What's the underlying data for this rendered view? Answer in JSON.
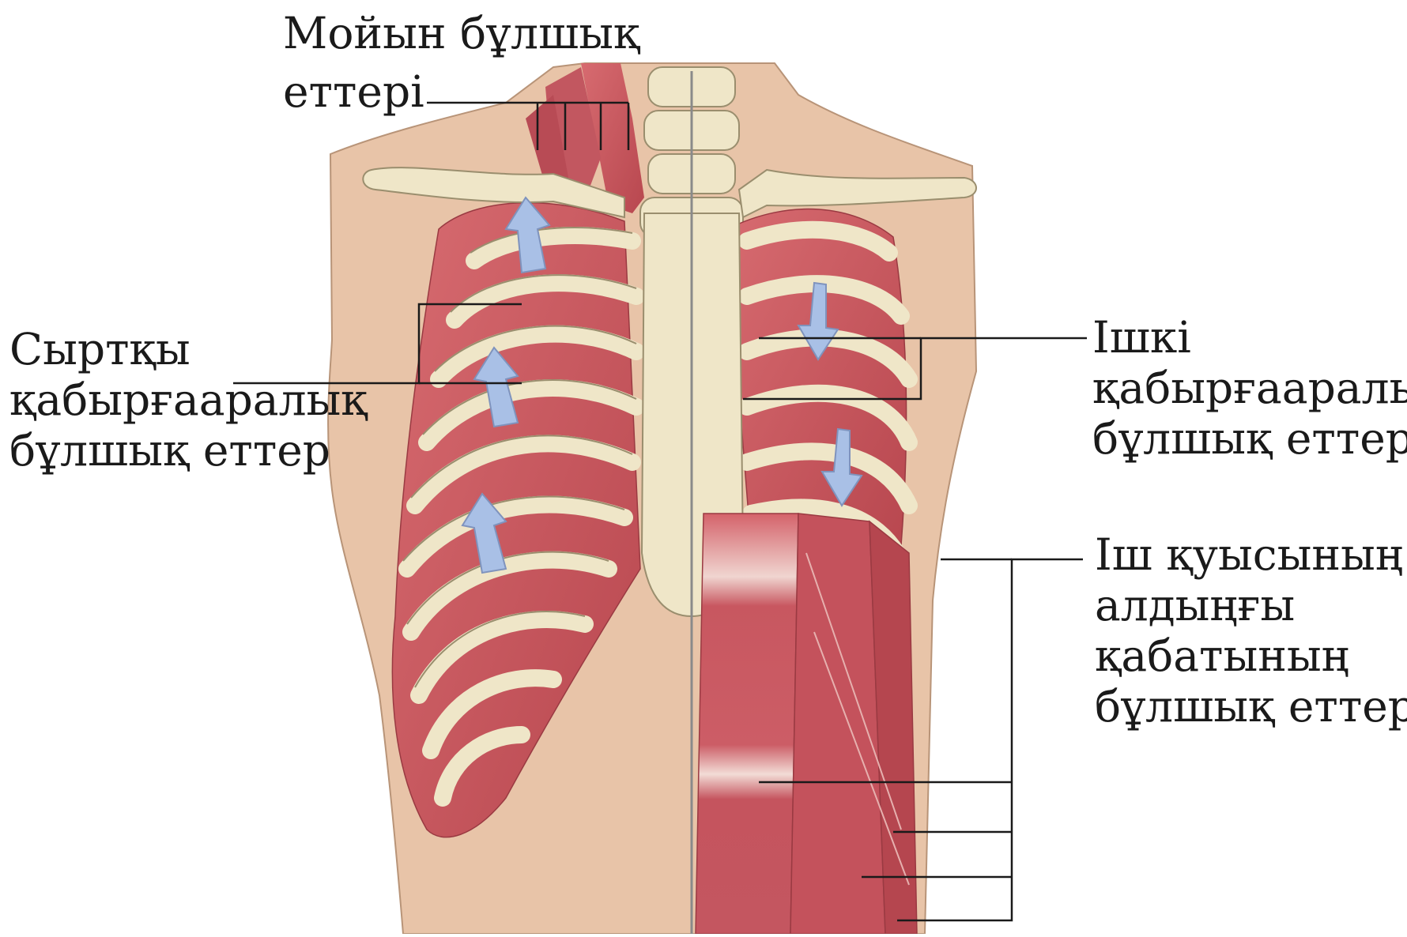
{
  "labels": {
    "neck": [
      "Мойын бұлшық",
      "еттері"
    ],
    "external_intercostal": [
      "Сыртқы",
      "қабырғааралық",
      "бұлшық еттер"
    ],
    "internal_intercostal": [
      "Ішкі",
      "қабырғааралық",
      "бұлшық еттер"
    ],
    "abdominal": [
      "Іш қуысының",
      "алдыңғы",
      "қабатының",
      "бұлшық еттері"
    ]
  },
  "colors": {
    "skin": "#e8c4a8",
    "muscle": "#c95a60",
    "muscle_dark": "#a8424a",
    "bone": "#efe6c8",
    "bone_outline": "#9a8e6e",
    "arrow": "#a9c0e6",
    "leader_line": "#1a1a1a"
  }
}
